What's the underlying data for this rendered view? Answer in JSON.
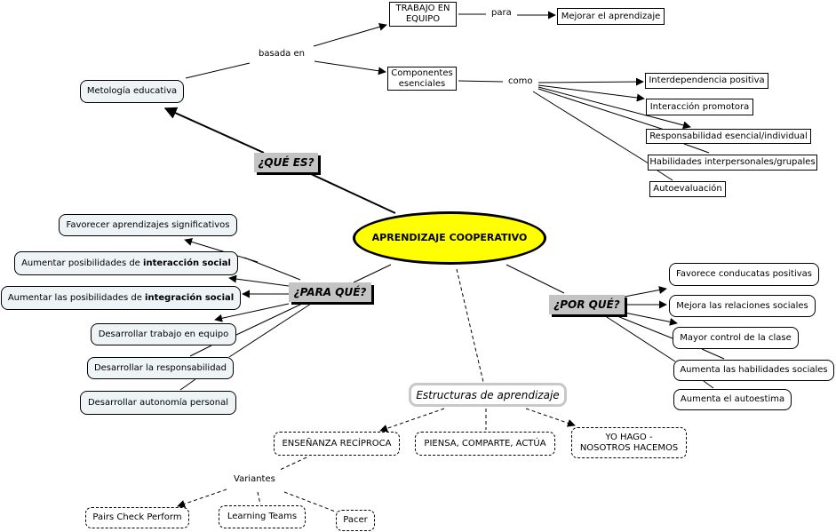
{
  "central": "APRENDIZAJE COOPERATIVO",
  "que_es": {
    "label": "¿QUÉ ES?",
    "metologia": "Metología educativa",
    "basada_en": "basada en",
    "trabajo": "TRABAJO EN\nEQUIPO",
    "para": "para",
    "mejorar": "Mejorar el aprendizaje",
    "componentes": "Componentes\nesenciales",
    "como": "como",
    "items": [
      "Interdependencia positiva",
      "Interacción promotora",
      "Responsabilidad esencial/individual",
      "Habilidades interpersonales/grupales",
      "Autoevaluación"
    ]
  },
  "para_que": {
    "label": "¿PARA QUÉ?",
    "favorecer": "Favorecer aprendizajes significativos",
    "interaccion_pre": "Aumentar posibilidades de ",
    "interaccion_bold": "interacción social",
    "integracion_pre": "Aumentar las posibilidades de ",
    "integracion_bold": "integración social",
    "items": [
      "Desarrollar trabajo en equipo",
      "Desarrollar la responsabilidad",
      "Desarrollar autonomía personal"
    ]
  },
  "por_que": {
    "label": "¿POR QUÉ?",
    "items": [
      "Favorece conducatas positivas",
      "Mejora las relaciones sociales",
      "Mayor control de la clase",
      "Aumenta las habilidades sociales",
      "Aumenta el autoestima"
    ]
  },
  "estructuras": {
    "label": "Estructuras de aprendizaje",
    "items": [
      "ENSEÑANZA RECÍPROCA",
      "PIENSA, COMPARTE, ACTÚA",
      "YO HAGO -\nNOSOTROS HACEMOS"
    ],
    "variantes": "Variantes",
    "variant_items": [
      "Pairs Check Perform",
      "Learning Teams",
      "Pacer"
    ]
  },
  "colors": {
    "central_fill": "#ffff00",
    "question_fill": "#c4c4c4",
    "node_fill": "#eef3f6"
  }
}
